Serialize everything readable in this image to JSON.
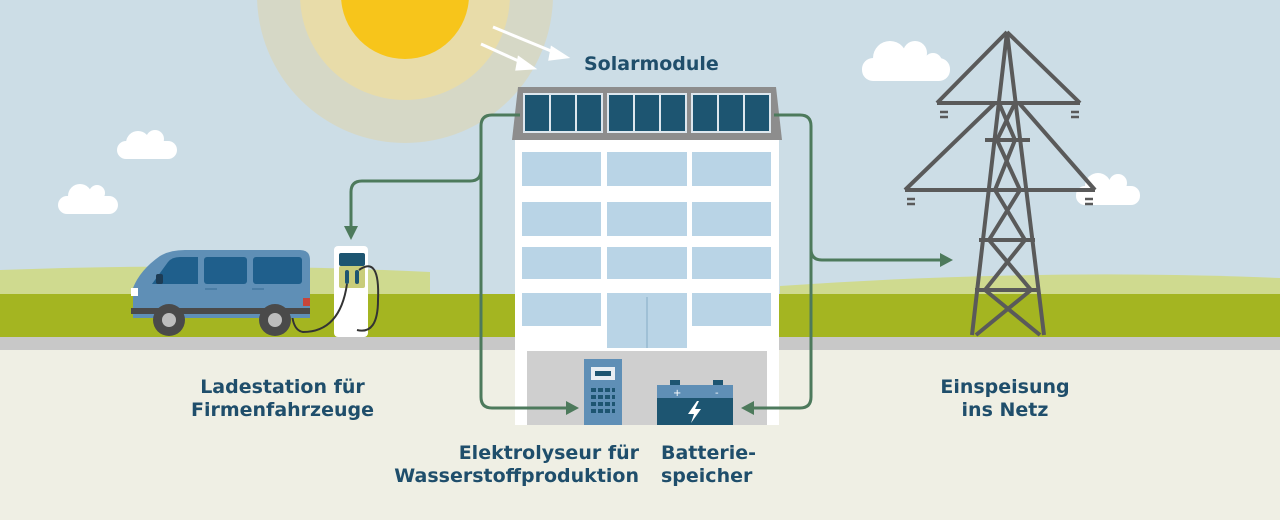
{
  "colors": {
    "sky": "#ccdde6",
    "ground": "#efefe4",
    "grass_light": "#cfda8f",
    "grass": "#a4b521",
    "road": "#c8c8c8",
    "sun": "#f7c51b",
    "sun_halo": "#e3d9b3",
    "panel": "#1d5571",
    "building": "#ffffff",
    "window": "#b9d4e6",
    "basement": "#cfcfcf",
    "van": "#5f8fb6",
    "arrow": "#4d7a5c",
    "pylon": "#5a5a5a",
    "text": "#1f4e6b"
  },
  "labels": {
    "solar": "Solarmodule",
    "charging": "Ladestation für\nFirmenfahrzeuge",
    "grid": "Einspeisung\nins Netz",
    "electrolyzer": "Elektrolyseur für\nWasserstoffproduktion",
    "battery": "Batterie-\nspeicher"
  }
}
